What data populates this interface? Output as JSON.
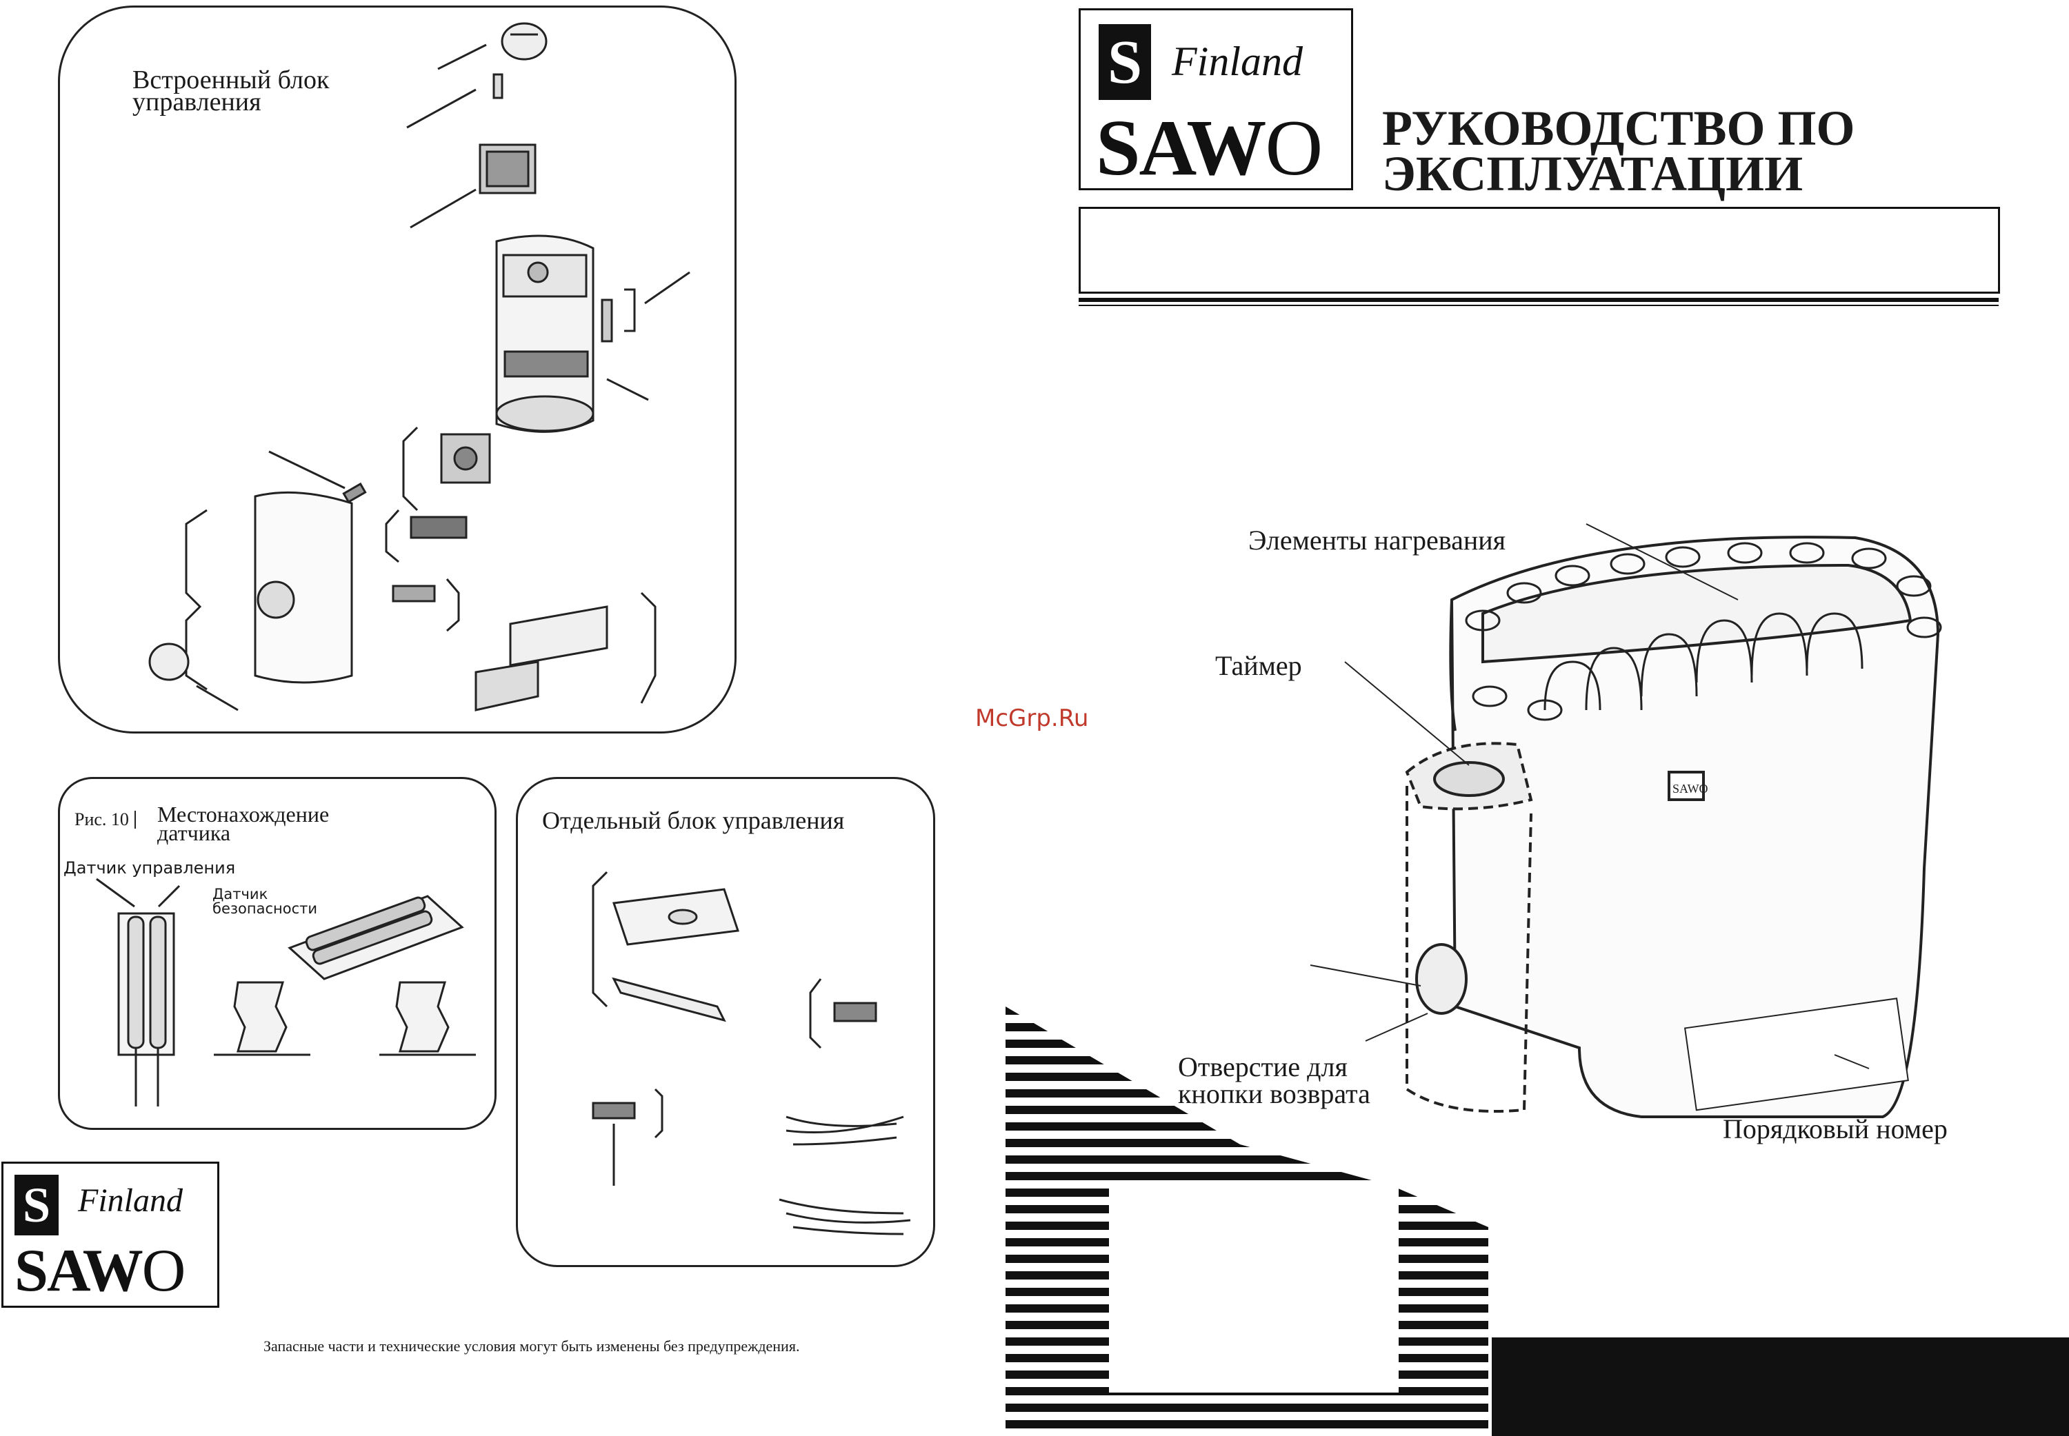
{
  "left_page": {
    "builtin_panel": {
      "title": "Встроенный блок\nуправления"
    },
    "sensor_panel": {
      "fig_label": "Рис. 10",
      "title": "Местонахождение\nдатчика",
      "control_sensor": "Датчик управления",
      "safety_sensor": "Датчик\nбезопасности"
    },
    "separate_panel": {
      "title": "Отдельный блок управления"
    },
    "logo": {
      "finland": "Finland",
      "brand": "SAW",
      "brand_o": "O"
    },
    "footer": "Запасные части и технические условия могут быть изменены без предупреждения."
  },
  "center_watermark": "McGrp.Ru",
  "right_page": {
    "logo": {
      "finland": "Finland",
      "brand": "SAW",
      "brand_o": "O"
    },
    "title_line1": "РУКОВОДСТВО ПО",
    "title_line2": "ЭКСПЛУАТАЦИИ",
    "model_box_text": "",
    "callouts": {
      "heating_elements": "Элементы нагревания",
      "timer": "Таймер",
      "reset_hole": "Отверстие для\nкнопки возврата",
      "serial_number": "Порядковый номер"
    }
  },
  "colors": {
    "ink": "#1a1a1a",
    "watermark": "#c0392b",
    "background": "#ffffff"
  }
}
